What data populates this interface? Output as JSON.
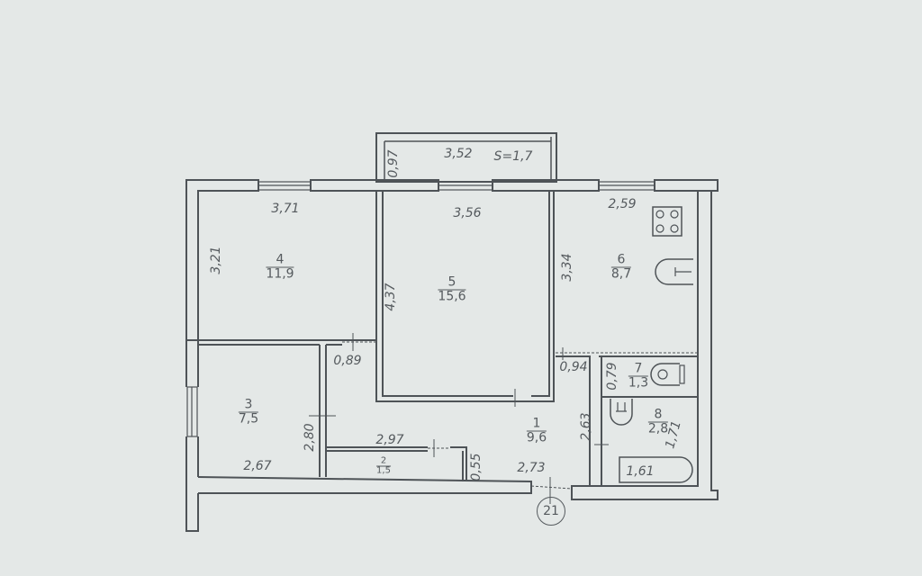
{
  "plan": {
    "balcony": {
      "length": "3,52",
      "depth": "0,97",
      "area": "S=1,7"
    },
    "dimensions": {
      "room4_width": "3,71",
      "room4_depth": "3,21",
      "room5_width": "3,56",
      "room5_depth": "4,37",
      "kitchen_width": "2,59",
      "kitchen_depth": "3,34",
      "door_4": "0,89",
      "door_6": "0,94",
      "room3_depth": "2,80",
      "room3_width": "2,67",
      "room2_width": "2,97",
      "room2_depth": "0,55",
      "hall_width": "2,73",
      "hall_depth": "2,63",
      "wc_depth": "0,79",
      "bath_depth": "1,71",
      "bathtub_length": "1,61"
    },
    "rooms": [
      {
        "number": "1",
        "area": "9,6"
      },
      {
        "number": "2",
        "area": "1,5"
      },
      {
        "number": "3",
        "area": "7,5"
      },
      {
        "number": "4",
        "area": "11,9"
      },
      {
        "number": "5",
        "area": "15,6"
      },
      {
        "number": "6",
        "area": "8,7"
      },
      {
        "number": "7",
        "area": "1,3"
      },
      {
        "number": "8",
        "area": "2,8"
      }
    ],
    "axis_marker": "21"
  }
}
